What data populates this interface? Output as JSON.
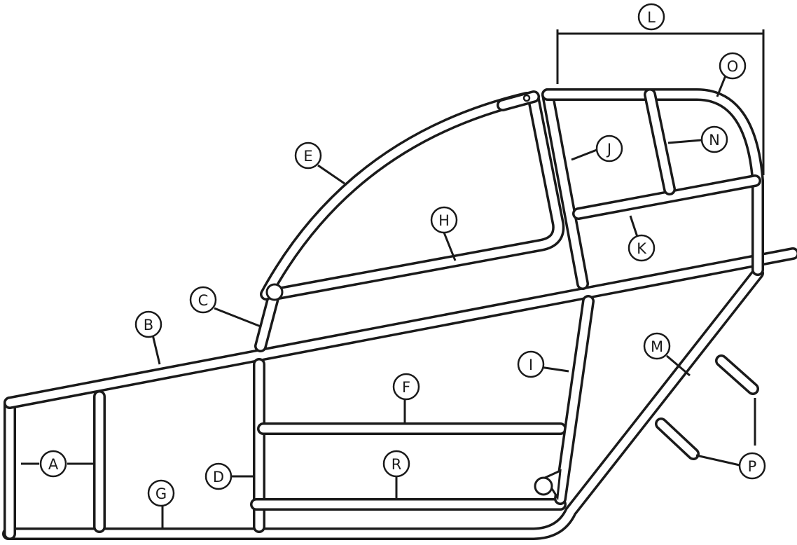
{
  "labels": {
    "A": "A",
    "B": "B",
    "C": "C",
    "D": "D",
    "E": "E",
    "F": "F",
    "G": "G",
    "H": "H",
    "I": "I",
    "J": "J",
    "K": "K",
    "L": "L",
    "M": "M",
    "N": "N",
    "O": "O",
    "P": "P",
    "R": "R"
  },
  "colors": {
    "line": "#1a1a1a",
    "background": "#ffffff"
  }
}
